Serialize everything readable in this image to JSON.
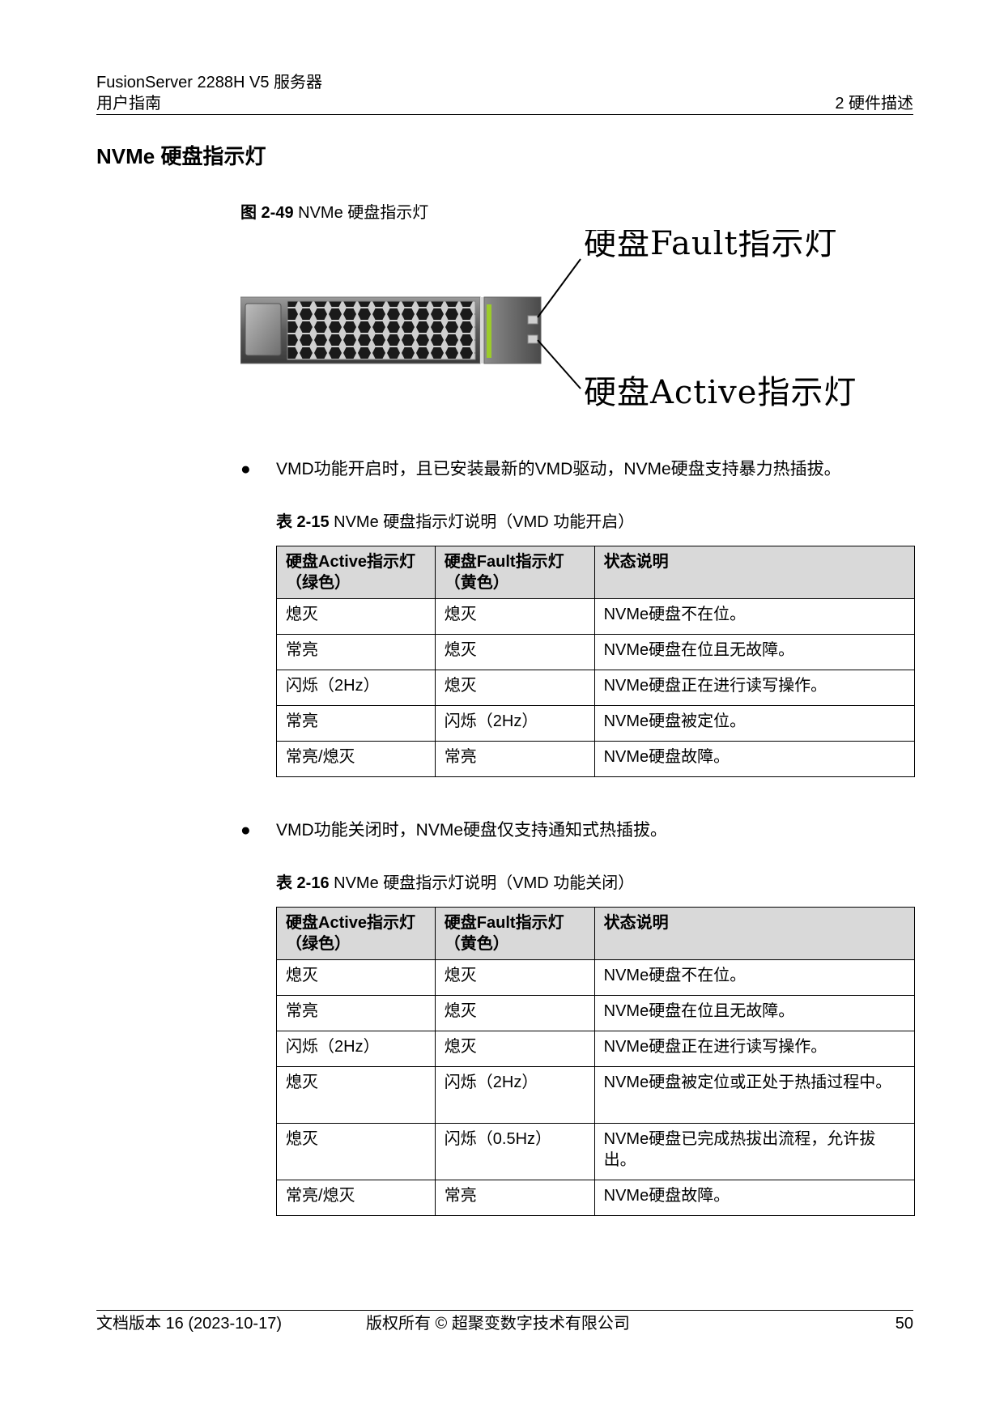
{
  "header": {
    "product": "FusionServer 2288H V5 服务器",
    "doc_type": "用户指南",
    "chapter": "2 硬件描述"
  },
  "section_title": "NVMe 硬盘指示灯",
  "figure": {
    "caption_num": "图 2-49",
    "caption_text": " NVMe 硬盘指示灯",
    "label_fault": "硬盘Fault指示灯",
    "label_active": "硬盘Active指示灯"
  },
  "bullet1": "VMD功能开启时，且已安装最新的VMD驱动，NVMe硬盘支持暴力热插拔。",
  "table1": {
    "caption_num": "表 2-15",
    "caption_text": " NVMe 硬盘指示灯说明（VMD 功能开启）",
    "headers": [
      "硬盘Active指示灯（绿色）",
      "硬盘Fault指示灯（黄色）",
      "状态说明"
    ],
    "rows": [
      [
        "熄灭",
        "熄灭",
        "NVMe硬盘不在位。"
      ],
      [
        "常亮",
        "熄灭",
        "NVMe硬盘在位且无故障。"
      ],
      [
        "闪烁（2Hz）",
        "熄灭",
        "NVMe硬盘正在进行读写操作。"
      ],
      [
        "常亮",
        "闪烁（2Hz）",
        "NVMe硬盘被定位。"
      ],
      [
        "常亮/熄灭",
        "常亮",
        "NVMe硬盘故障。"
      ]
    ]
  },
  "bullet2": "VMD功能关闭时，NVMe硬盘仅支持通知式热插拔。",
  "table2": {
    "caption_num": "表 2-16",
    "caption_text": " NVMe 硬盘指示灯说明（VMD 功能关闭）",
    "headers": [
      "硬盘Active指示灯（绿色）",
      "硬盘Fault指示灯（黄色）",
      "状态说明"
    ],
    "rows": [
      [
        "熄灭",
        "熄灭",
        "NVMe硬盘不在位。"
      ],
      [
        "常亮",
        "熄灭",
        "NVMe硬盘在位且无故障。"
      ],
      [
        "闪烁（2Hz）",
        "熄灭",
        "NVMe硬盘正在进行读写操作。"
      ],
      [
        "熄灭",
        "闪烁（2Hz）",
        "NVMe硬盘被定位或正处于热插过程中。"
      ],
      [
        "熄灭",
        "闪烁（0.5Hz）",
        "NVMe硬盘已完成热拔出流程，允许拔出。"
      ],
      [
        "常亮/熄灭",
        "常亮",
        "NVMe硬盘故障。"
      ]
    ]
  },
  "footer": {
    "version": "文档版本 16 (2023-10-17)",
    "copyright": "版权所有 © 超聚变数字技术有限公司",
    "page": "50"
  }
}
